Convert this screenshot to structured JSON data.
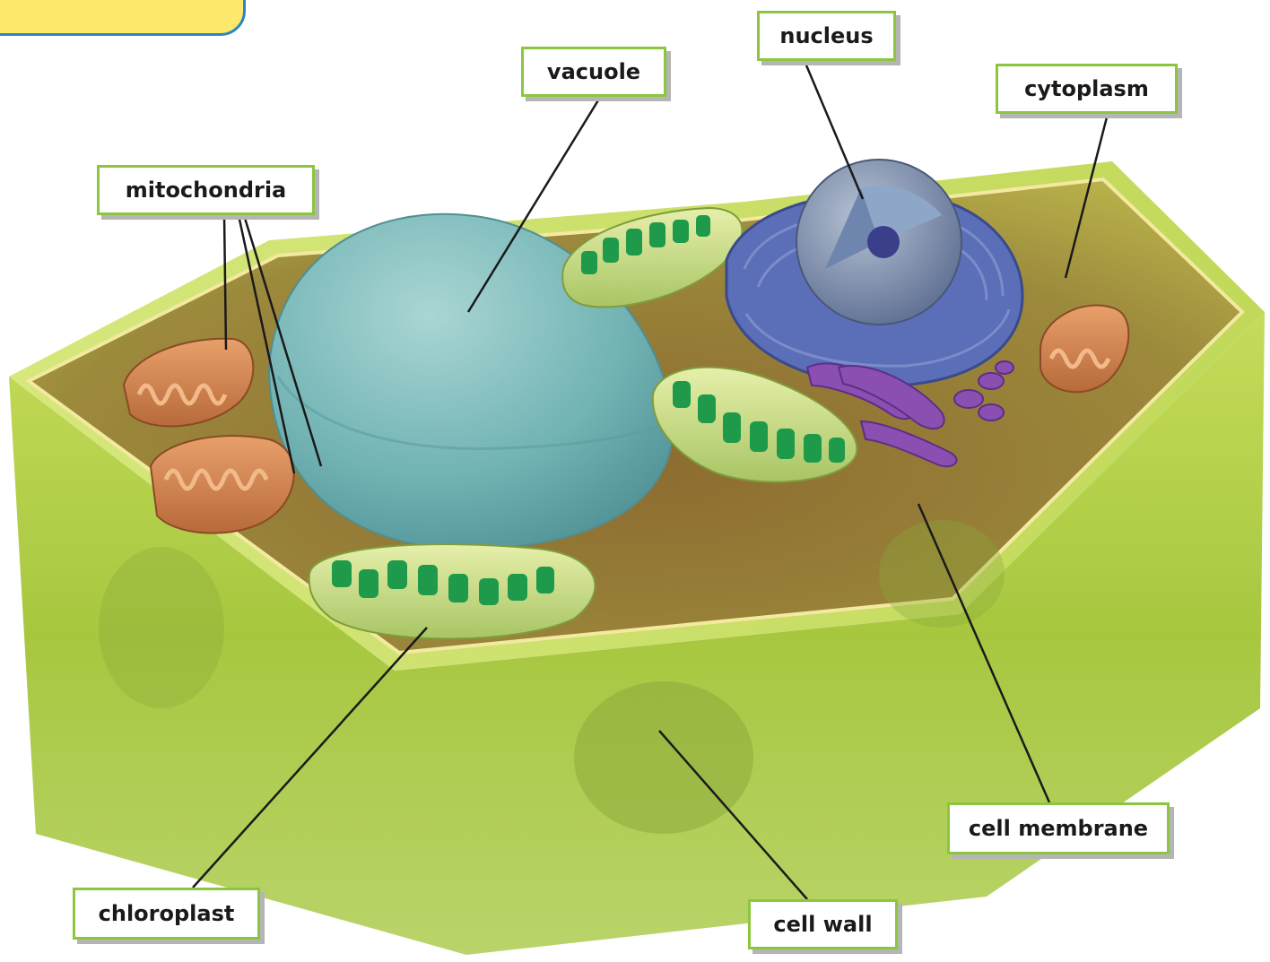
{
  "labels": {
    "nucleus": "nucleus",
    "vacuole": "vacuole",
    "cytoplasm": "cytoplasm",
    "mitochondria": "mitochondria",
    "chloroplast": "chloroplast",
    "cell_wall": "cell wall",
    "cell_membrane": "cell membrane"
  },
  "colors": {
    "label_border": "#8cc63f",
    "cell_wall": "#9dc13a",
    "cytoplasm": "#9a7d3a",
    "vacuole": "#6fb3b0",
    "chloroplast": "#2e9e4f",
    "mitochondria": "#d8632e",
    "nucleus": "#5a6ea8",
    "golgi": "#8a4fb0",
    "corner_tab": "#fde96b"
  }
}
